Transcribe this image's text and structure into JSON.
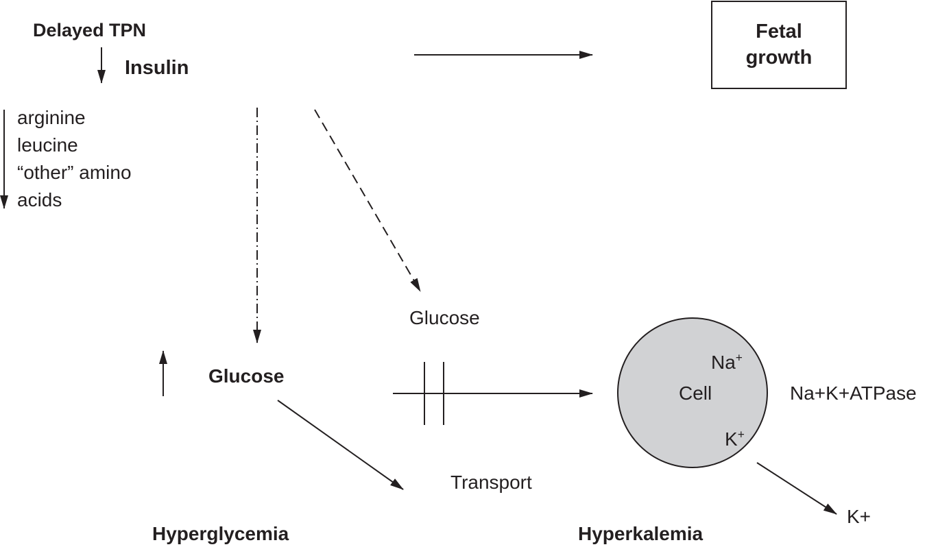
{
  "diagram": {
    "labels": {
      "delayed_tpn": "Delayed TPN",
      "insulin": "Insulin",
      "fetal_growth_line1": "Fetal",
      "fetal_growth_line2": "growth",
      "amino_acids": [
        "arginine",
        "leucine",
        "“other” amino",
        "acids"
      ],
      "glucose_bold": "Glucose",
      "glucose_plain": "Glucose",
      "transport": "Transport",
      "hyperglycemia": "Hyperglycemia",
      "hyperkalemia": "Hyperkalemia",
      "cell": "Cell",
      "na_ion": "Na",
      "k_ion": "K",
      "ion_charge": "+",
      "pump": "Na+K+ATPase",
      "k_out": "K+"
    },
    "colors": {
      "ink": "#231f20",
      "cell_fill": "#d1d2d4",
      "background": "#ffffff"
    },
    "arrows": [
      {
        "from": "Delayed TPN",
        "to": "Insulin",
        "style": "solid",
        "meaning": "decrease"
      },
      {
        "from": "amino acids",
        "style": "solid",
        "meaning": "decrease"
      },
      {
        "from": "Insulin",
        "to": "Fetal growth",
        "style": "solid"
      },
      {
        "from": "Insulin",
        "to": "Glucose",
        "style": "dash-dot"
      },
      {
        "from": "Insulin",
        "to": "Glucose (transport)",
        "style": "dashed"
      },
      {
        "from": "Glucose",
        "style": "solid",
        "meaning": "increase"
      },
      {
        "from": "Glucose",
        "to": "Transport",
        "style": "solid"
      },
      {
        "from": "Glucose",
        "to": "Cell",
        "style": "solid-blocked"
      },
      {
        "from": "Cell",
        "to": "K+",
        "style": "solid"
      }
    ]
  }
}
